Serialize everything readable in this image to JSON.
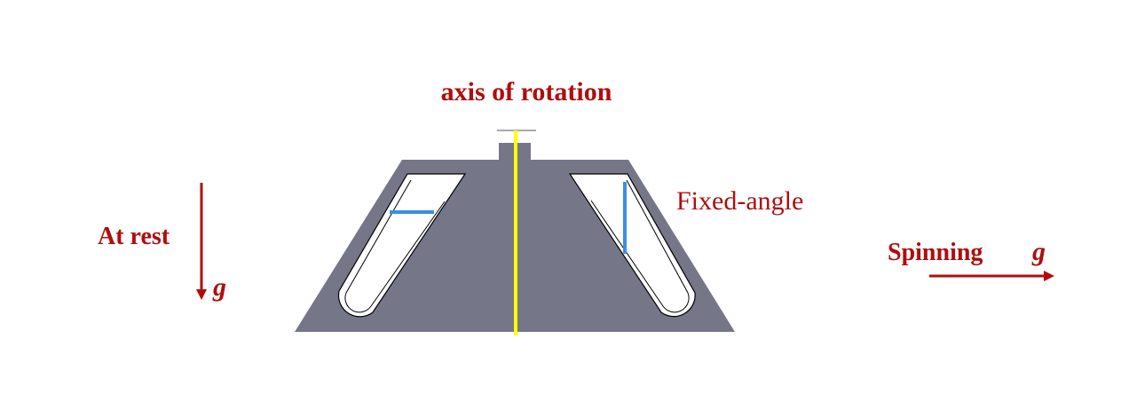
{
  "diagram": {
    "title": "axis of rotation",
    "labels": {
      "at_rest": "At rest",
      "at_rest_g": "g",
      "fixed_angle": "Fixed-angle",
      "spinning": "Spinning",
      "spinning_g": "g"
    },
    "colors": {
      "text": "#b00d0d",
      "rotor": "#767689",
      "axis": "#ffff00",
      "liquid_surface": "#3a8fe0",
      "tube_fill": "#ffffff",
      "tube_outline": "#000000"
    },
    "elements": [
      {
        "name": "rotor",
        "shape": "trapezoid"
      },
      {
        "name": "spindle",
        "shape": "rectangle"
      },
      {
        "name": "rotation-axis",
        "shape": "line"
      },
      {
        "name": "left-tube",
        "state": "at-rest",
        "liquid": "horizontal"
      },
      {
        "name": "right-tube",
        "state": "spinning",
        "liquid": "vertical"
      },
      {
        "name": "gravity-arrow-down",
        "direction": "down"
      },
      {
        "name": "gravity-arrow-right",
        "direction": "right"
      }
    ]
  }
}
